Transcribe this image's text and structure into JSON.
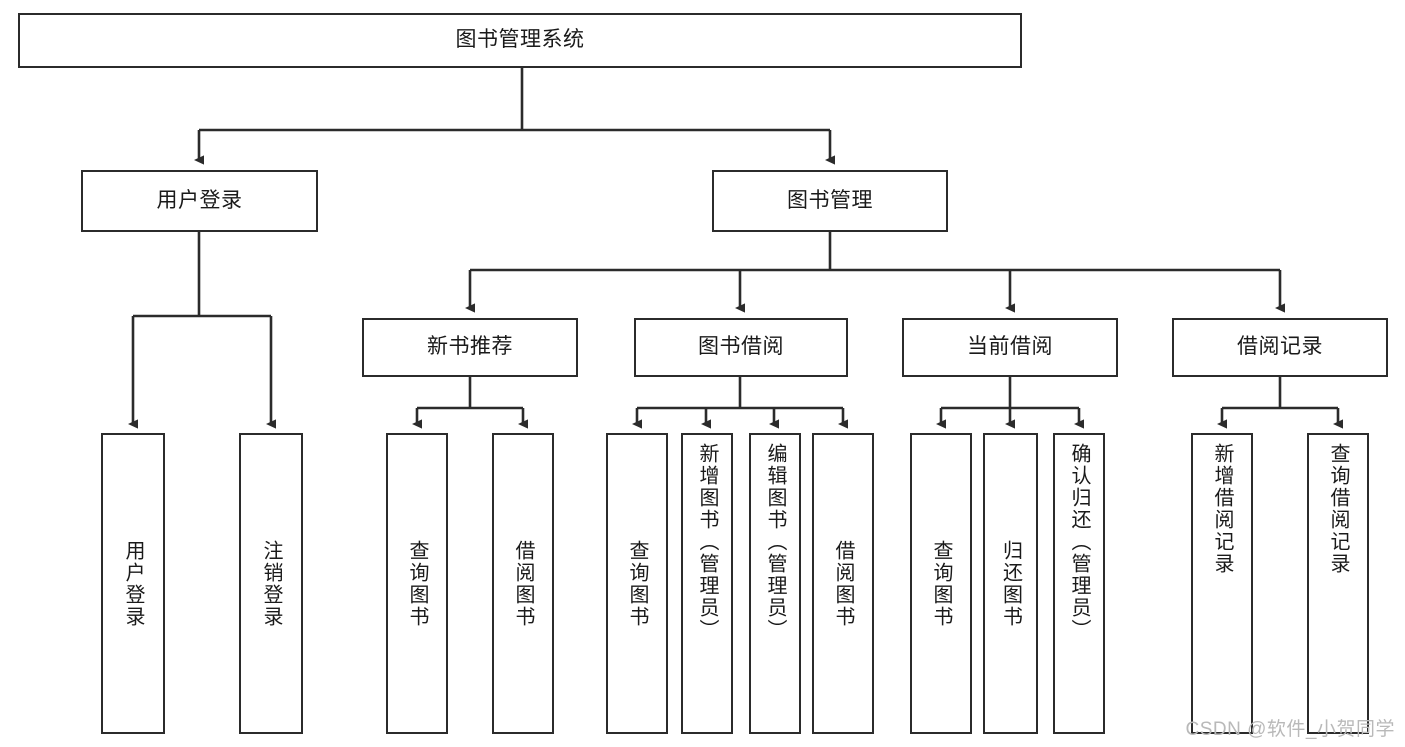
{
  "diagram": {
    "type": "tree-hierarchy",
    "title": "图书管理系统",
    "orientation": "top-down",
    "colors": {
      "background": "#ffffff",
      "box_border": "#2b2b2b",
      "box_fill": "#ffffff",
      "edge": "#2b2b2b",
      "text": "#1a1a1a",
      "watermark": "#b9b9b9"
    },
    "nodes": {
      "root": {
        "label": "图书管理系统"
      },
      "level2": [
        {
          "id": "user-login",
          "label": "用户登录"
        },
        {
          "id": "book-management",
          "label": "图书管理"
        }
      ],
      "level3": [
        {
          "id": "new-book-recommend",
          "label": "新书推荐"
        },
        {
          "id": "book-borrow",
          "label": "图书借阅"
        },
        {
          "id": "current-borrow",
          "label": "当前借阅"
        },
        {
          "id": "borrow-record",
          "label": "借阅记录"
        }
      ],
      "leaves": [
        {
          "id": "leaf-user-login",
          "label": "用户登录",
          "parent": "user-login"
        },
        {
          "id": "leaf-logout",
          "label": "注销登录",
          "parent": "user-login"
        },
        {
          "id": "leaf-query-book-1",
          "label": "查询图书",
          "parent": "new-book-recommend"
        },
        {
          "id": "leaf-borrow-book-1",
          "label": "借阅图书",
          "parent": "new-book-recommend"
        },
        {
          "id": "leaf-query-book-2",
          "label": "查询图书",
          "parent": "book-borrow"
        },
        {
          "id": "leaf-add-book",
          "label": "新增图书（管理员）",
          "parent": "book-borrow"
        },
        {
          "id": "leaf-edit-book",
          "label": "编辑图书（管理员）",
          "parent": "book-borrow"
        },
        {
          "id": "leaf-borrow-book-2",
          "label": "借阅图书",
          "parent": "book-borrow"
        },
        {
          "id": "leaf-query-book-3",
          "label": "查询图书",
          "parent": "current-borrow"
        },
        {
          "id": "leaf-return-book",
          "label": "归还图书",
          "parent": "current-borrow"
        },
        {
          "id": "leaf-confirm-return",
          "label": "确认归还（管理员）",
          "parent": "current-borrow"
        },
        {
          "id": "leaf-add-record",
          "label": "新增借阅记录",
          "parent": "borrow-record"
        },
        {
          "id": "leaf-query-record",
          "label": "查询借阅记录",
          "parent": "borrow-record"
        }
      ]
    }
  },
  "watermark": {
    "text": "CSDN @软件_小贺同学"
  }
}
